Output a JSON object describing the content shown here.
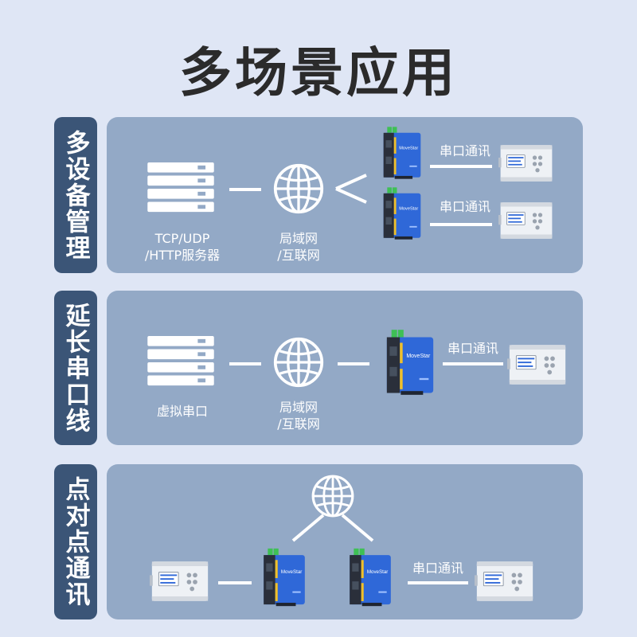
{
  "title": "多场景应用",
  "sections": [
    {
      "tab": "多设备管理",
      "server_label_1": "TCP/UDP",
      "server_label_2": "/HTTP服务器",
      "network_label_1": "局域网",
      "network_label_2": "/互联网",
      "serial_label_top": "串口通讯",
      "serial_label_bottom": "串口通讯"
    },
    {
      "tab": "延长串口线",
      "server_label": "虚拟串口",
      "network_label_1": "局域网",
      "network_label_2": "/互联网",
      "serial_label": "串口通讯"
    },
    {
      "tab": "点对点通讯",
      "serial_label": "串口通讯"
    }
  ],
  "device": {
    "brand": "MoveStar"
  },
  "colors": {
    "background": "#dfe6f5",
    "panel": "#93a9c6",
    "tab": "#3b5577",
    "device_blue": "#2f68d8"
  }
}
